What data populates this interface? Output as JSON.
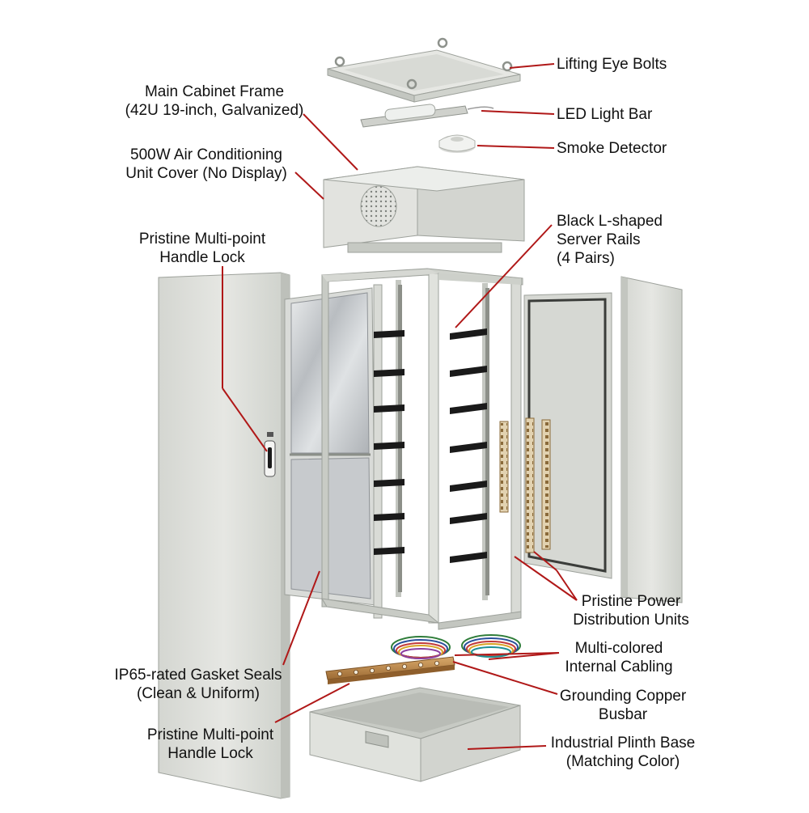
{
  "colors": {
    "cabinet": "#dfe1dc",
    "cabinet_shade": "#c9ccc6",
    "cabinet_dark": "#a9ada7",
    "leader": "#b01818",
    "rail": "#1a1a1a",
    "foil": "#c9cdd0",
    "copper": "#b8864a"
  },
  "labels": {
    "lifting_eye_bolts": "Lifting Eye Bolts",
    "led_light_bar": "LED Light Bar",
    "smoke_detector": "Smoke Detector",
    "main_frame": [
      "Main Cabinet Frame",
      "(42U 19-inch, Galvanized)"
    ],
    "ac_unit": [
      "500W Air Conditioning",
      "Unit Cover (No Display)"
    ],
    "handle_lock_top": [
      "Pristine Multi-point",
      "Handle Lock"
    ],
    "server_rails": [
      "Black L-shaped",
      "Server Rails",
      "(4 Pairs)"
    ],
    "pdu": [
      "Pristine Power",
      "Distribution Units"
    ],
    "cabling": [
      "Multi-colored",
      "Internal Cabling"
    ],
    "gasket": [
      "IP65-rated Gasket Seals",
      "(Clean & Uniform)"
    ],
    "busbar": [
      "Grounding Copper",
      "Busbar"
    ],
    "handle_lock_bottom": [
      "Pristine Multi-point",
      "Handle Lock"
    ],
    "plinth": [
      "Industrial Plinth Base",
      "(Matching Color)"
    ]
  }
}
